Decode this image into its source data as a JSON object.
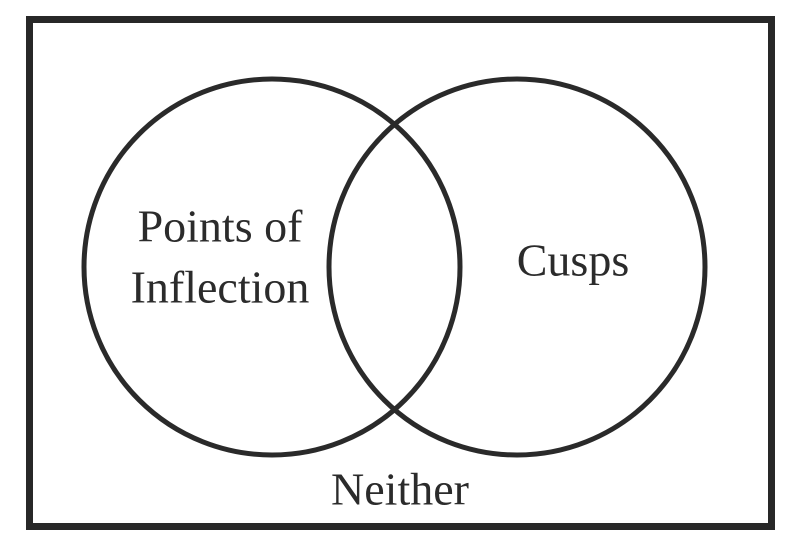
{
  "venn": {
    "left_label": "Points of Inflection",
    "right_label": "Cusps",
    "outside_label": "Neither",
    "colors": {
      "border": "#282828",
      "circle_stroke": "#2a2a2a",
      "text": "#2b2b2b",
      "background": "#ffffff"
    }
  }
}
